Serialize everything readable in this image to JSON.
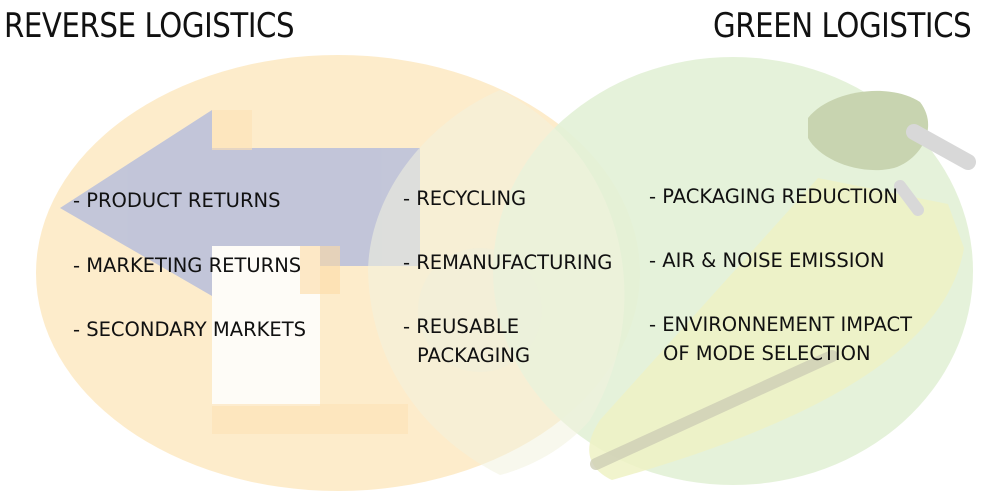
{
  "titles": {
    "left": "REVERSE LOGISTICS",
    "right": "GREEN LOGISTICS"
  },
  "left_items": [
    "- PRODUCT RETURNS",
    "- MARKETING RETURNS",
    "- SECONDARY MARKETS"
  ],
  "center_items": [
    "- RECYCLING",
    "- REMANUFACTURING",
    "- REUSABLE",
    "PACKAGING"
  ],
  "right_items": [
    "- PACKAGING REDUCTION",
    "- AIR & NOISE EMISSION",
    "- ENVIRONNEMENT IMPACT",
    "OF MODE SELECTION"
  ],
  "colors": {
    "left_circle": "#fdebc8",
    "right_circle": "#e3f1d7",
    "arrow": "#b8bfdc",
    "leaf_dark": "#c8d4b0",
    "leaf_light": "#eef2c4"
  },
  "icons": {
    "left_background": "recycle-arrow-icon",
    "right_background": "leaf-icon"
  }
}
